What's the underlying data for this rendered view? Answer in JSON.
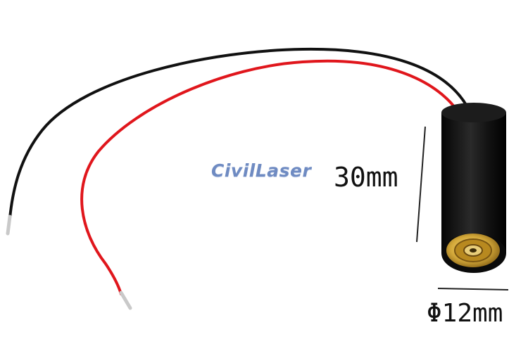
{
  "logo_text": "CivilLaser",
  "dimensions": {
    "length_label": "30mm",
    "diameter_label": "Φ12mm"
  },
  "colors": {
    "background": "#ffffff",
    "red_wire": "#e0161c",
    "black_wire": "#111111",
    "body": "#141414",
    "brass": "#d4a93a",
    "logo": "#6f8bc2"
  }
}
